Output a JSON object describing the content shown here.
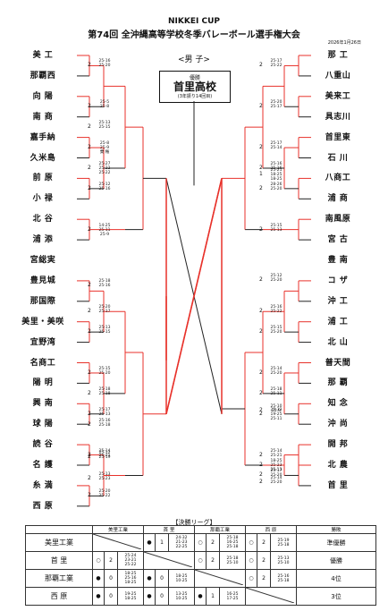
{
  "header": {
    "brand": "NIKKEI CUP",
    "title": "第74回 全沖縄高等学校冬季バレーボール選手権大会",
    "date": "2026年1月26日",
    "gender": "<男 子>"
  },
  "winner": {
    "label": "優勝",
    "team": "首里高校",
    "note": "(3年振り14回目)"
  },
  "left_teams": [
    "美 工",
    "那覇西",
    "向 陽",
    "南 商",
    "嘉手納",
    "久米島",
    "前 原",
    "小 禄",
    "北 谷",
    "浦 添",
    "宮総実",
    "豊見城",
    "那国際",
    "美里・美咲",
    "宜野湾",
    "名商工",
    "陽 明",
    "興 南",
    "球 陽",
    "読 谷",
    "名 護",
    "糸 満",
    "西 原"
  ],
  "right_teams": [
    "那 工",
    "八重山",
    "美来工",
    "具志川",
    "首里東",
    "石 川",
    "八商工",
    "浦 商",
    "南風原",
    "宮 古",
    "豊 南",
    "コ ザ",
    "沖 工",
    "浦 工",
    "北 山",
    "普天間",
    "那 覇",
    "知 念",
    "沖 尚",
    "開 邦",
    "北 農",
    "首 里"
  ],
  "left_scores": [
    {
      "sets": "2",
      "text": "25-16\n25-20"
    },
    {
      "sets": "2",
      "text": "25-5\n25-8"
    },
    {
      "sets": "2",
      "text": "25-8\n25-9\n棄 権"
    },
    {
      "sets": "2",
      "text": "25-13\n25-15"
    },
    {
      "sets": "2",
      "text": "25-12\n25-16"
    },
    {
      "sets": "2",
      "text": "25-27\n25-22\n25-22"
    },
    {
      "sets": "2",
      "text": "25-18\n25-16"
    },
    {
      "sets": "2",
      "text": "14-25\n25-11\n25-9"
    },
    {
      "sets": "2",
      "text": "25-13\n25-15"
    },
    {
      "sets": "2",
      "text": "25-20\n25-17"
    },
    {
      "sets": "2",
      "text": "25-15\n25-20"
    },
    {
      "sets": "2",
      "text": "25-17\n25-13"
    },
    {
      "sets": "2",
      "text": "25-18\n25-18"
    },
    {
      "sets": "2",
      "text": "25-16\n25-18"
    },
    {
      "sets": "2",
      "text": "25-14\n25-21"
    },
    {
      "sets": "2",
      "text": "25-20\n25-22"
    },
    {
      "sets": "2",
      "text": "25-12\n25-19"
    },
    {
      "sets": "2",
      "text": "25-13\n25-23"
    }
  ],
  "right_scores": [
    {
      "sets": "2",
      "text": "25-17\n25-22"
    },
    {
      "sets": "2",
      "text": "25-20\n25-17"
    },
    {
      "sets": "2",
      "text": "25-17\n25-14"
    },
    {
      "sets": "2",
      "text": "28-26\n25-20"
    },
    {
      "sets": "1",
      "text": "25-21\n18-25\n18-25"
    },
    {
      "sets": "2",
      "text": "25-16\n25-16"
    },
    {
      "sets": "2",
      "text": "25-12\n25-20"
    },
    {
      "sets": "2",
      "text": "25-15\n25-13"
    },
    {
      "sets": "2",
      "text": "25-15\n25-20"
    },
    {
      "sets": "2",
      "text": "25-14\n25-20"
    },
    {
      "sets": "2",
      "text": "25-16\n25-22"
    },
    {
      "sets": "2",
      "text": "25-13\n19-25\n25-11"
    },
    {
      "sets": "2",
      "text": "25-18\n25-11"
    },
    {
      "sets": "2",
      "text": "25-14\n25-21"
    },
    {
      "sets": "2",
      "text": "25-17\n25-20"
    },
    {
      "sets": "2",
      "text": "18-25\n25-23\n25-13"
    },
    {
      "sets": "2",
      "text": "25-10\n25-9"
    },
    {
      "sets": "2",
      "text": "25-14\n25-20"
    }
  ],
  "league": {
    "title": "【決勝リーグ】",
    "headers": [
      "美里工業",
      "首 里",
      "那覇工業",
      "西 原",
      "勝敗"
    ],
    "rows": [
      {
        "team": "美里工業",
        "cells": [
          null,
          {
            "m": "●",
            "s": "1",
            "sc": "24-32\n21-23\n22-25"
          },
          {
            "m": "○",
            "s": "2",
            "sc": "25-18\n16-25\n25-18"
          },
          {
            "m": "○",
            "s": "2",
            "sc": "25-19\n25-18"
          }
        ],
        "result": "準優勝"
      },
      {
        "team": "首 里",
        "cells": [
          {
            "m": "○",
            "s": "2",
            "sc": "25-24\n23-21\n25-22"
          },
          null,
          {
            "m": "○",
            "s": "2",
            "sc": "25-18\n25-10"
          },
          {
            "m": "○",
            "s": "2",
            "sc": "25-13\n25-10"
          }
        ],
        "result": "優勝"
      },
      {
        "team": "那覇工業",
        "cells": [
          {
            "m": "●",
            "s": "0",
            "sc": "18-25\n25-16\n18-25"
          },
          {
            "m": "●",
            "s": "0",
            "sc": "18-25\n10-25"
          },
          null,
          {
            "m": "○",
            "s": "2",
            "sc": "25-16\n25-18"
          }
        ],
        "result": "4位"
      },
      {
        "team": "西 原",
        "cells": [
          {
            "m": "●",
            "s": "0",
            "sc": "19-25\n18-25"
          },
          {
            "m": "●",
            "s": "0",
            "sc": "13-25\n10-25"
          },
          {
            "m": "●",
            "s": "1",
            "sc": "16-25\n17-25"
          },
          null
        ],
        "result": "3位"
      }
    ]
  }
}
